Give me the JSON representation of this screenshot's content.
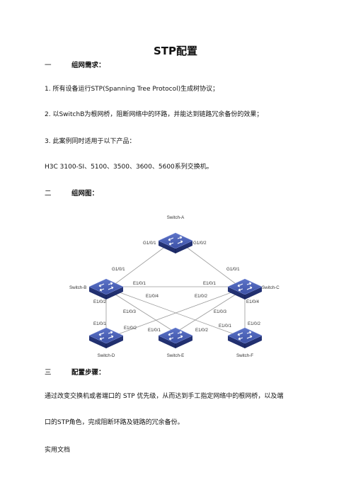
{
  "title": "STP配置",
  "sections": [
    {
      "num": "一",
      "label": "组网需求："
    },
    {
      "num": "二",
      "label": "组网图："
    },
    {
      "num": "三",
      "label": "配置步骤："
    }
  ],
  "requirements": [
    "1. 所有设备运行STP(Spanning Tree Protocol)生成树协议；",
    "2. 以SwitchB为根网桥，阻断网络中的环路，并能达到链路冗余备份的效果；",
    "3. 此案例同时适用于以下产品：",
    "H3C 3100-SI、5100、3500、3600、5600系列交换机。"
  ],
  "diagram": {
    "switches": {
      "a": "Switch-A",
      "b": "Switch-B",
      "c": "Switch-C",
      "d": "Switch-D",
      "e": "Switch-E",
      "f": "Switch-F"
    },
    "ports": {
      "a_left": "G1/0/1",
      "a_right": "G1/0/2",
      "b_up": "G1/0/1",
      "c_up": "G1/0/1",
      "b_right": "E1/0/1",
      "c_left": "E1/0/1",
      "b_e4": "E1/0/4",
      "c_e2": "E1/0/2",
      "b_e2": "E1/0/2",
      "c_e4": "E1/0/4",
      "b_e3": "E1/0/3",
      "c_e3": "E1/0/3",
      "d_e1": "E1/0/1",
      "d_e2": "E1/0/2",
      "e_e1": "E1/0/1",
      "e_e2": "E1/0/2",
      "f_e1": "E1/0/1",
      "f_e2": "E1/0/2"
    }
  },
  "steps_text_line1": "通过改变交换机或者端口的  STP  优先级，从而达到手工指定网络中的根网桥，以及端",
  "steps_text_line2": "口的STP角色，完成阻断环路及链路的冗余备份。",
  "footer": "实用文档"
}
